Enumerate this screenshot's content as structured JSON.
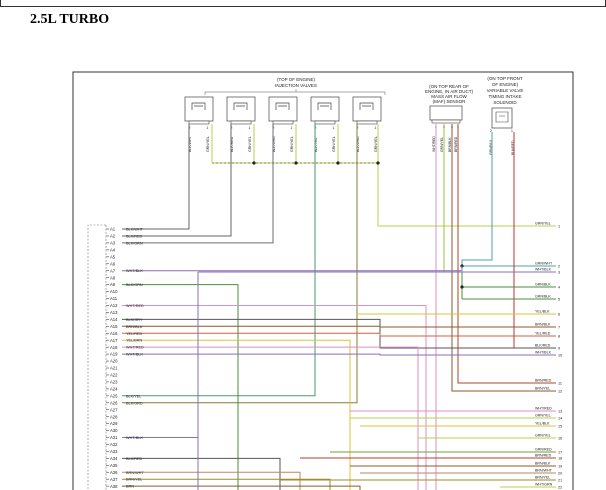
{
  "page": {
    "title": "2.5L TURBO"
  },
  "components": {
    "injectors": {
      "label_line1": "(TOP OF ENGINE)",
      "label_line2": "INJECTION VALVES"
    },
    "maf": {
      "label_line1": "(ON TOP REAR OF",
      "label_line2": "ENGINE, IN AIR DUCT)",
      "label_line3": "MASS AIR FLOW",
      "label_line4": "(MAF) SENSOR"
    },
    "vvt": {
      "label_line1": "(ON TOP FRONT",
      "label_line2": "OF ENGINE)",
      "label_line3": "VARIABLE VALVE",
      "label_line4": "TIMING INTAKE",
      "label_line5": "SOLENOID"
    }
  },
  "connector_pins": [
    "A1",
    "A2",
    "A3",
    "A4",
    "A5",
    "A6",
    "A7",
    "A8",
    "A9",
    "A10",
    "A11",
    "A12",
    "A13",
    "A14",
    "A15",
    "A16",
    "A17",
    "A18",
    "A19",
    "A20",
    "A21",
    "A22",
    "A23",
    "A24",
    "A25",
    "A26",
    "A27",
    "A28",
    "A29",
    "A30",
    "A31",
    "A32",
    "A33",
    "A34",
    "A35",
    "A36",
    "A37",
    "A38"
  ],
  "left_labels": [
    {
      "pin": "A1",
      "text": "BLK/WHT"
    },
    {
      "pin": "A2",
      "text": "BLK/RED"
    },
    {
      "pin": "A3",
      "text": "BLK/GRN"
    },
    {
      "pin": "A7",
      "text": "WHT/BLK"
    },
    {
      "pin": "A9",
      "text": "BLK/GRN"
    },
    {
      "pin": "A12",
      "text": "WHT/RED"
    },
    {
      "pin": "A14",
      "text": "BLK/GRY"
    },
    {
      "pin": "A15",
      "text": "BRN/BLU"
    },
    {
      "pin": "A16",
      "text": "YEL/RED"
    },
    {
      "pin": "A17",
      "text": "YEL/BRN"
    },
    {
      "pin": "A18",
      "text": "WHT/RED"
    },
    {
      "pin": "A19",
      "text": "WHT/BLK"
    },
    {
      "pin": "A25",
      "text": "BLK/YEL"
    },
    {
      "pin": "A26",
      "text": "BLK/GRD"
    },
    {
      "pin": "A31",
      "text": "WHT/BLK"
    },
    {
      "pin": "A34",
      "text": "BLK/RED"
    },
    {
      "pin": "A36",
      "text": "BRN/WHT"
    },
    {
      "pin": "A37",
      "text": "BRN/YEL"
    },
    {
      "pin": "A38",
      "text": "BRN"
    }
  ],
  "right_labels": [
    {
      "num": "1",
      "text": "GRN/YEL"
    },
    {
      "num": "2",
      "text": "GRN/WHT"
    },
    {
      "num": "3",
      "text": "WHT/BLK"
    },
    {
      "num": "4",
      "text": "GRN/BLK"
    },
    {
      "num": "5",
      "text": "GRN/BLK"
    },
    {
      "num": "6",
      "text": "YEL/BLK"
    },
    {
      "num": "7",
      "text": "BRN/BLK"
    },
    {
      "num": "8",
      "text": "YEL/RED"
    },
    {
      "num": "9",
      "text": "BLK/RED"
    },
    {
      "num": "10",
      "text": "WHT/BLK"
    },
    {
      "num": "11",
      "text": "BRN/RED"
    },
    {
      "num": "12",
      "text": "BRN/YEL"
    },
    {
      "num": "13",
      "text": "WHT/RED"
    },
    {
      "num": "14",
      "text": "GRN/YEL"
    },
    {
      "num": "15",
      "text": "YEL/BLK"
    },
    {
      "num": "16",
      "text": "GRN/YEL"
    },
    {
      "num": "17",
      "text": "GRN/RED"
    },
    {
      "num": "18",
      "text": "BRN/RED"
    },
    {
      "num": "19",
      "text": "BRN/BLK"
    },
    {
      "num": "20",
      "text": "BRN/WHT"
    },
    {
      "num": "21",
      "text": "BRN/YEL"
    },
    {
      "num": "22",
      "text": "WHT/GRN"
    }
  ],
  "injector_wires": [
    {
      "top": "BLK/WHT",
      "bottom": "GRN/YEL"
    },
    {
      "top": "BLK/RED",
      "bottom": "GRN/YEL"
    },
    {
      "top": "BLK/GRN",
      "bottom": "GRN/YEL"
    },
    {
      "top": "BLK/YEL",
      "bottom": "GRN/YEL"
    },
    {
      "top": "BLK/GRD",
      "bottom": "GRN/YEL"
    }
  ],
  "maf_wires": [
    "WHT/RED",
    "GRN/YEL",
    "BRN/BLK",
    "BRN/RED"
  ],
  "vvt_wires": [
    "GRN/BLU",
    "BLK/RED"
  ],
  "pin_numbers": {
    "two_pin": [
      "2",
      "1"
    ],
    "four_pin": [
      "4",
      "3",
      "2",
      "1"
    ]
  },
  "colors": {
    "GRN/YEL": "#b5d64b",
    "WHT/BLK": "#8a6fb5",
    "GRN/WHT": "#4fa1a8",
    "GRN/BLK": "#4b8f3e",
    "YEL/BLK": "#d8c63b",
    "BRN/BLK": "#8b5a2b",
    "BRN/RED": "#b3402a",
    "WHT/RED": "#e08fc4",
    "BRN/YEL": "#a38a2a",
    "GRN/RED": "#6aa33a",
    "BRN/WHT": "#b88a5a",
    "BLK": "#444444",
    "BLU": "#4466cc"
  }
}
